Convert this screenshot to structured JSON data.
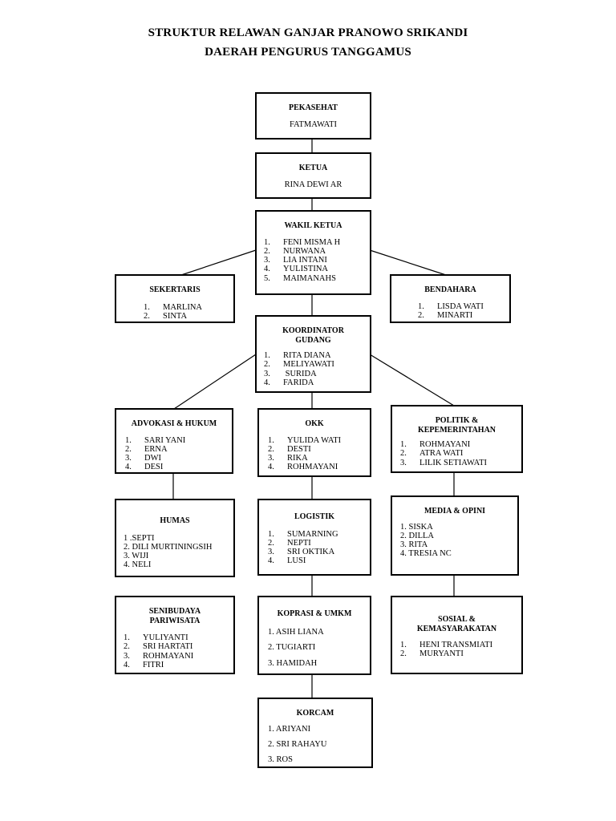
{
  "title_line1": "STRUKTUR RELAWAN GANJAR PRANOWO SRIKANDI",
  "title_line2": "DAERAH PENGURUS TANGGAMUS",
  "pekasehat": {
    "title": "PEKASEHAT",
    "name": "FATMAWATI"
  },
  "ketua": {
    "title": "KETUA",
    "name": "RINA DEWI AR"
  },
  "wakil_ketua": {
    "title": "WAKIL KETUA",
    "members": [
      {
        "n": "1.",
        "name": "FENI MISMA H"
      },
      {
        "n": "2.",
        "name": "NURWANA"
      },
      {
        "n": "3.",
        "name": "LIA INTANI"
      },
      {
        "n": "4.",
        "name": "YULISTINA"
      },
      {
        "n": "5.",
        "name": "MAIMANAHS"
      }
    ]
  },
  "sekertaris": {
    "title": "SEKERTARIS",
    "members": [
      {
        "n": "1.",
        "name": "MARLINA"
      },
      {
        "n": "2.",
        "name": "SINTA"
      }
    ]
  },
  "bendahara": {
    "title": "BENDAHARA",
    "members": [
      {
        "n": "1.",
        "name": "LISDA WATI"
      },
      {
        "n": "2.",
        "name": "MINARTI"
      }
    ]
  },
  "koordinator": {
    "title_line1": "KOORDINATOR",
    "title_line2": "GUDANG",
    "members": [
      {
        "n": "1.",
        "name": "RITA DIANA"
      },
      {
        "n": "2.",
        "name": "MELIYAWATI"
      },
      {
        "n": "3.",
        "name": " SURIDA"
      },
      {
        "n": "4.",
        "name": "FARIDA"
      }
    ]
  },
  "advokasi": {
    "title": "ADVOKASI & HUKUM",
    "members": [
      {
        "n": "1.",
        "name": "SARI YANI"
      },
      {
        "n": "2.",
        "name": "ERNA"
      },
      {
        "n": "3.",
        "name": "DWI"
      },
      {
        "n": "4.",
        "name": "DESI"
      }
    ]
  },
  "okk": {
    "title": "OKK",
    "members": [
      {
        "n": "1.",
        "name": "YULIDA WATI"
      },
      {
        "n": "2.",
        "name": "DESTI"
      },
      {
        "n": "3.",
        "name": "RIKA"
      },
      {
        "n": "4.",
        "name": "ROHMAYANI"
      }
    ]
  },
  "politik": {
    "title_line1": "POLITIK &",
    "title_line2": "KEPEMERINTAHAN",
    "members": [
      {
        "n": "1.",
        "name": "ROHMAYANI"
      },
      {
        "n": "2.",
        "name": "ATRA WATI"
      },
      {
        "n": "3.",
        "name": "LILIK SETIAWATI"
      }
    ]
  },
  "humas": {
    "title": "HUMAS",
    "members": [
      "1 .SEPTI",
      "2. DILI MURTININGSIH",
      "3. WIJI",
      "4. NELI"
    ]
  },
  "logistik": {
    "title": "LOGISTIK",
    "members": [
      {
        "n": "1.",
        "name": "SUMARNING"
      },
      {
        "n": "2.",
        "name": "NEPTI"
      },
      {
        "n": "3.",
        "name": "SRI OKTIKA"
      },
      {
        "n": "4.",
        "name": "LUSI"
      }
    ]
  },
  "media": {
    "title": "MEDIA & OPINI",
    "members": [
      "1. SISKA",
      "2. DILLA",
      "3. RITA",
      "4. TRESIA NC"
    ]
  },
  "senibudaya": {
    "title_line1": "SENIBUDAYA",
    "title_line2": "PARIWISATA",
    "members": [
      {
        "n": "1.",
        "name": "YULIYANTI"
      },
      {
        "n": "2.",
        "name": "SRI HARTATI"
      },
      {
        "n": "3.",
        "name": "ROHMAYANI"
      },
      {
        "n": "4.",
        "name": "FITRI"
      }
    ]
  },
  "koprasi": {
    "title": "KOPRASI & UMKM",
    "members": [
      "1. ASIH LIANA",
      "2. TUGIARTI",
      "3. HAMIDAH"
    ]
  },
  "sosial": {
    "title_line1": "SOSIAL &",
    "title_line2": "KEMASYARAKATAN",
    "members": [
      {
        "n": "1.",
        "name": "HENI TRANSMIATI"
      },
      {
        "n": "2.",
        "name": "MURYANTI"
      }
    ]
  },
  "korcam": {
    "title": "KORCAM",
    "members": [
      "1. ARIYANI",
      "2. SRI RAHAYU",
      "3. ROS"
    ]
  }
}
